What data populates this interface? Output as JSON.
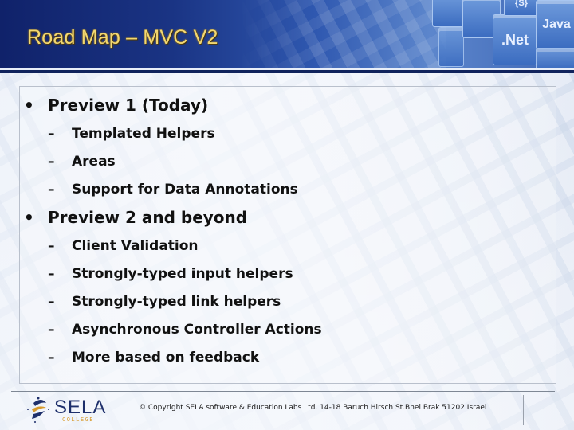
{
  "header": {
    "title": "Road Map – MVC V2",
    "art_labels": [
      ".Net",
      "Java",
      "{S}"
    ]
  },
  "content": {
    "groups": [
      {
        "bullet": "•",
        "label": "Preview 1 (Today)",
        "items": [
          "Templated Helpers",
          "Areas",
          "Support for Data Annotations"
        ]
      },
      {
        "bullet": "•",
        "label": "Preview 2 and beyond",
        "items": [
          "Client Validation",
          "Strongly-typed input helpers",
          "Strongly-typed link helpers",
          "Asynchronous Controller Actions",
          "More based on feedback"
        ]
      }
    ],
    "sub_bullet": "–"
  },
  "footer": {
    "logo_text": "SELA",
    "logo_subtext": "COLLEGE",
    "copyright": "© Copyright SELA software & Education Labs Ltd. 14-18 Baruch Hirsch St.Bnei Brak 51202 Israel"
  },
  "colors": {
    "header_dark": "#10226a",
    "title_gold": "#f2d872",
    "logo_blue": "#1e2f6b",
    "logo_orange": "#d89a2c"
  }
}
